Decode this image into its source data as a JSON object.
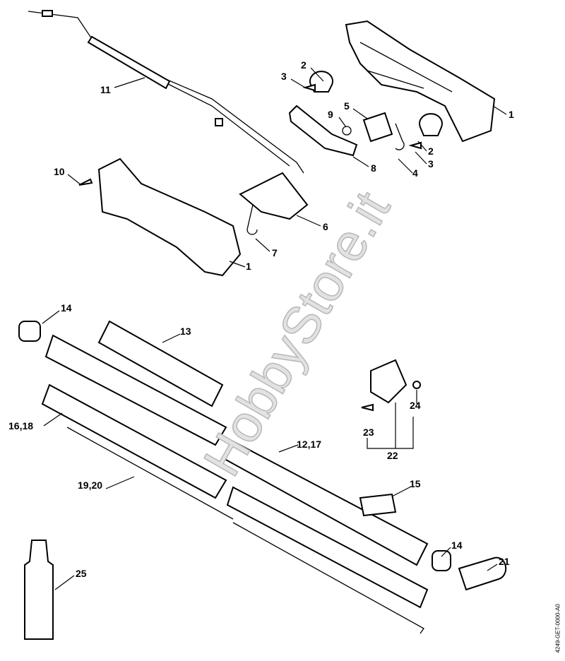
{
  "diagram": {
    "watermark": "HobbyStore.it",
    "document_id": "4249-GET-0000-A0",
    "callouts": [
      "1",
      "2",
      "3",
      "4",
      "5",
      "6",
      "7",
      "8",
      "9",
      "10",
      "11",
      "12,17",
      "13",
      "14",
      "15",
      "16,18",
      "19,20",
      "21",
      "22",
      "23",
      "24",
      "25",
      "1",
      "2",
      "3",
      "14"
    ]
  }
}
